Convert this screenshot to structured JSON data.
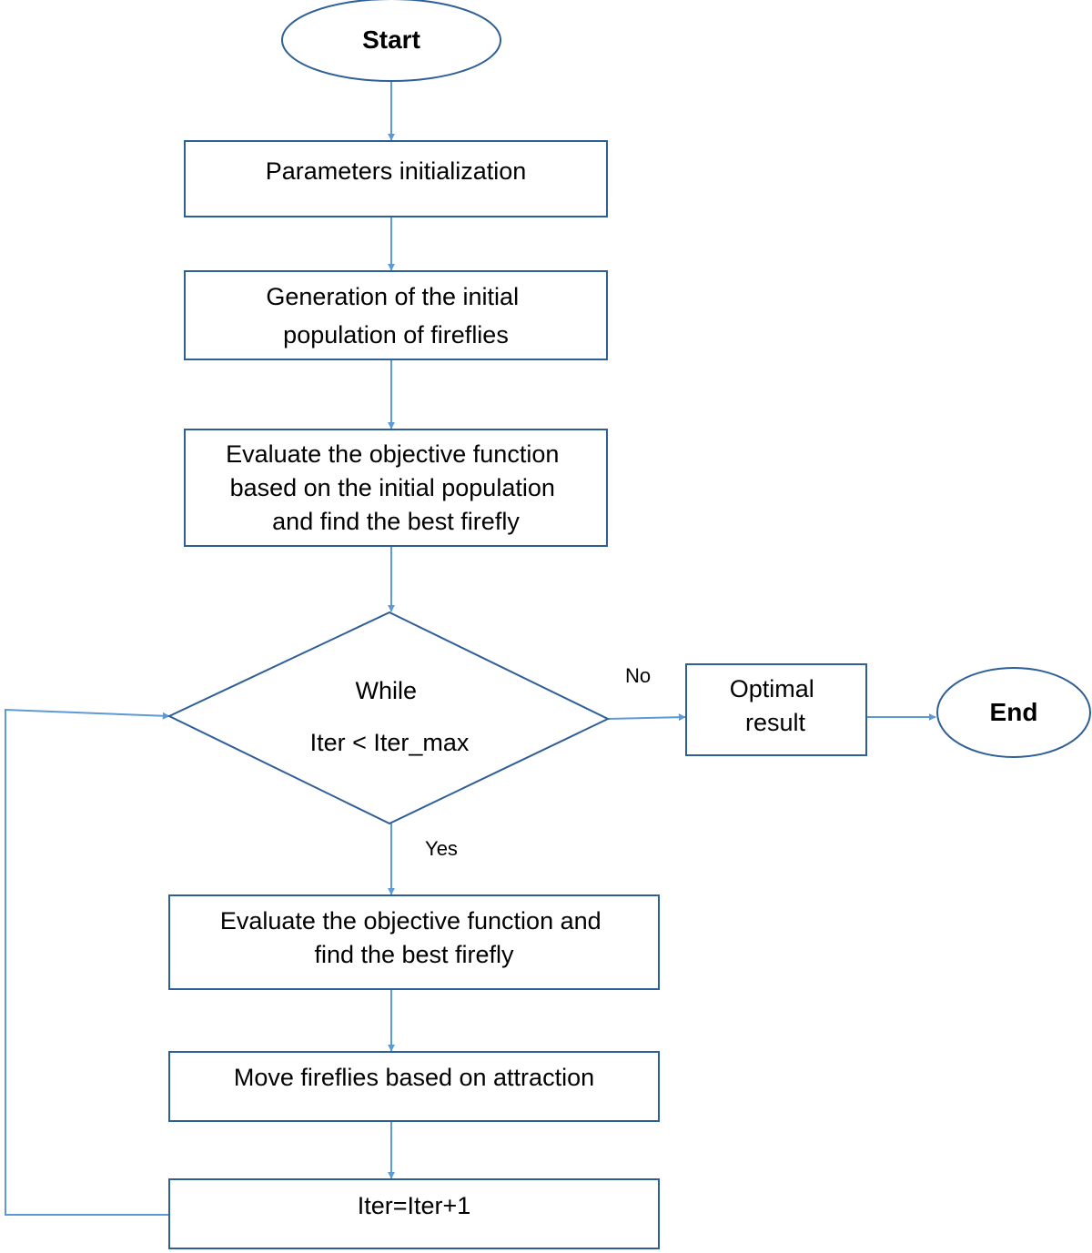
{
  "nodes": {
    "start": "Start",
    "params_init": "Parameters initialization",
    "generation": [
      "Generation of the initial",
      "population of fireflies"
    ],
    "evaluate_initial": [
      "Evaluate the objective function",
      "based on the initial population",
      "and find the best firefly"
    ],
    "decision": [
      "While",
      "Iter < Iter_max"
    ],
    "optimal_result": [
      "Optimal",
      "result"
    ],
    "end": "End",
    "evaluate_loop": [
      "Evaluate the objective function and",
      "find the best firefly"
    ],
    "move": "Move fireflies based on attraction",
    "increment": "Iter=Iter+1"
  },
  "labels": {
    "no": "No",
    "yes": "Yes"
  }
}
